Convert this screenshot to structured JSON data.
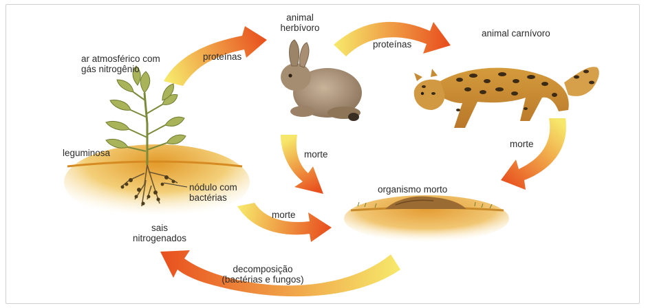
{
  "labels": {
    "air": [
      "ar atmosférico com",
      "gás nitrogênio"
    ],
    "legume": "leguminosa",
    "nodule": [
      "nódulo com",
      "bactérias"
    ],
    "salts": [
      "sais",
      "nitrogenados"
    ],
    "herbivore": [
      "animal",
      "herbívoro"
    ],
    "carnivore": "animal carnívoro",
    "dead": "organismo morto",
    "proteins_1": "proteínas",
    "proteins_2": "proteínas",
    "death_herbivore": "morte",
    "death_plant": "morte",
    "death_carnivore": "morte",
    "decomposition": [
      "decomposição",
      "(bactérias e fungos)"
    ]
  },
  "colors": {
    "arrow_start": "#f6e66a",
    "arrow_end": "#e8501e",
    "soil": "#e9a12c",
    "leaf": "#a8b35a"
  }
}
